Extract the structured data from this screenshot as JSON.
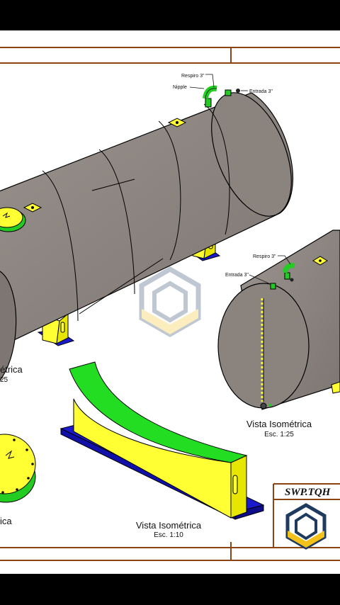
{
  "drawing": {
    "callouts_main": {
      "respiro": "Respiro 3\"",
      "nipple": "Nipple",
      "entrada": "Entrada 3\""
    },
    "callouts_small": {
      "respiro": "Respiro 3\"",
      "entrada": "Entrada 3\""
    },
    "view_main": {
      "title_partial": "étrica",
      "scale_partial": "25"
    },
    "view_small": {
      "title": "Vista Isométrica",
      "scale": "Esc. 1:25"
    },
    "view_saddle": {
      "title": "Vista Isométrica",
      "scale": "Esc. 1:10"
    },
    "view_manhole": {
      "title_partial": "ica"
    },
    "title_block": {
      "drawing_code": "SWP.TQH"
    }
  },
  "colors": {
    "tank_body": "#8c8581",
    "support_yellow": "#ffff33",
    "base_blue": "#1a1acc",
    "pipe_green": "#22cc22",
    "frame_line": "#8b4513",
    "logo_navy": "#1e3a5f",
    "logo_gold": "#f2c21a"
  }
}
